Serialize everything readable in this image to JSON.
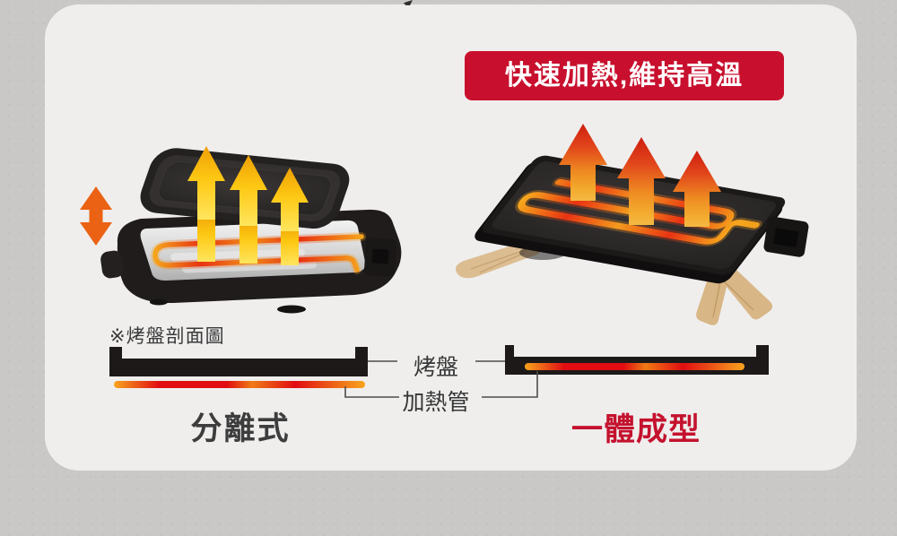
{
  "page": {
    "outer_background": "#c9c8c6",
    "card_background": "#efeeed"
  },
  "banner": {
    "label": "快速加熱,維持高溫",
    "background_color": "#c8102e",
    "text_color": "#ffffff"
  },
  "left_panel": {
    "note": "※烤盤剖面圖",
    "caption": "分離式",
    "caption_color": "#3d3d3d"
  },
  "right_panel": {
    "caption": "一體成型",
    "caption_color": "#c4122e"
  },
  "cross_section": {
    "plate_label": "烤盤",
    "heater_label": "加熱管"
  },
  "colors": {
    "pan_black": "#1d1919",
    "heater_red": "#e30d12",
    "heater_orange": "#f5a41c",
    "arrow_yellow": "#fdc813",
    "arrow_red": "#d92313",
    "double_arrow_orange": "#eb6214",
    "wood": "#dcbd92",
    "silver_tray": "#cfcfcf"
  }
}
